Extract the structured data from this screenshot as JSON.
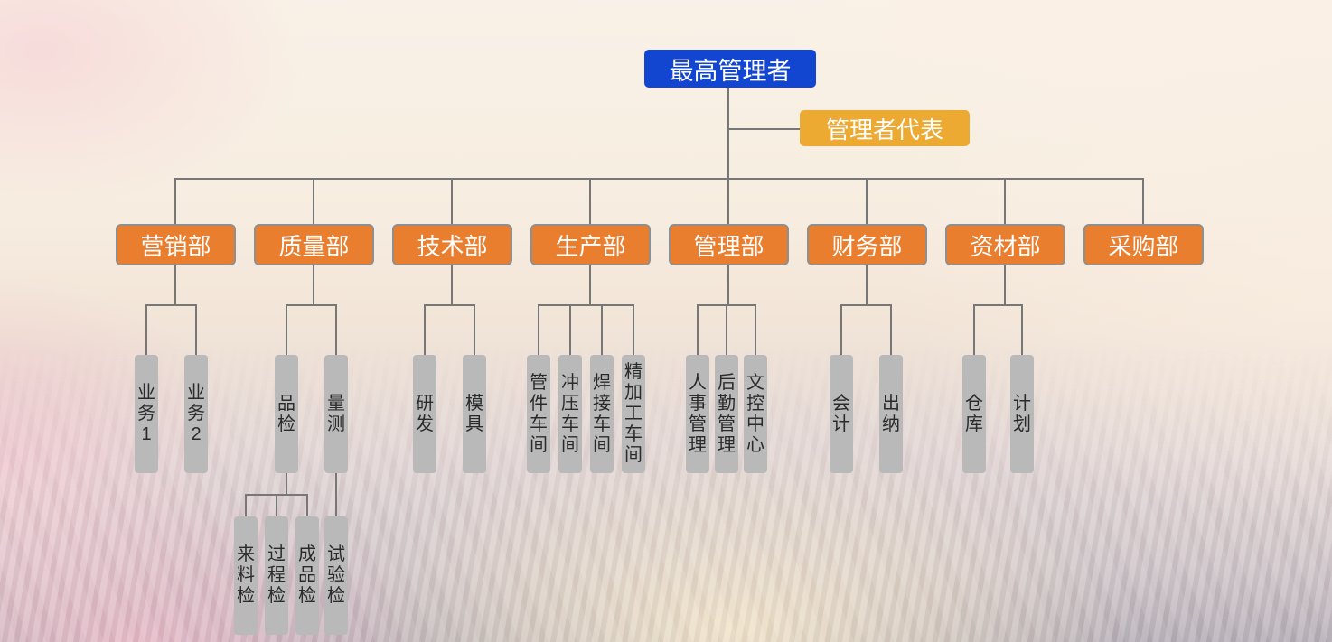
{
  "org": {
    "root": "最高管理者",
    "representative": "管理者代表",
    "departments": [
      {
        "label": "营销部",
        "sections": [
          "业务1",
          "业务2"
        ]
      },
      {
        "label": "质量部",
        "sections": [
          "品检",
          "量测"
        ]
      },
      {
        "label": "技术部",
        "sections": [
          "研发",
          "模具"
        ]
      },
      {
        "label": "生产部",
        "sections": [
          "管件车间",
          "冲压车间",
          "焊接车间",
          "精加工车间"
        ]
      },
      {
        "label": "管理部",
        "sections": [
          "人事管理",
          "后勤管理",
          "文控中心"
        ]
      },
      {
        "label": "财务部",
        "sections": [
          "会计",
          "出纳"
        ]
      },
      {
        "label": "资材部",
        "sections": [
          "仓库",
          "计划"
        ]
      },
      {
        "label": "采购部",
        "sections": []
      }
    ],
    "level4_quality": [
      "来料检",
      "过程检",
      "成品检"
    ],
    "level4_measure": [
      "试验检"
    ]
  },
  "colors": {
    "root_box": "#1245d0",
    "representative_box": "#edaa33",
    "department_box": "#e87e2e",
    "department_border": "#8f8f8f",
    "section_box": "#b9b9b9",
    "connector_line": "#777777"
  }
}
